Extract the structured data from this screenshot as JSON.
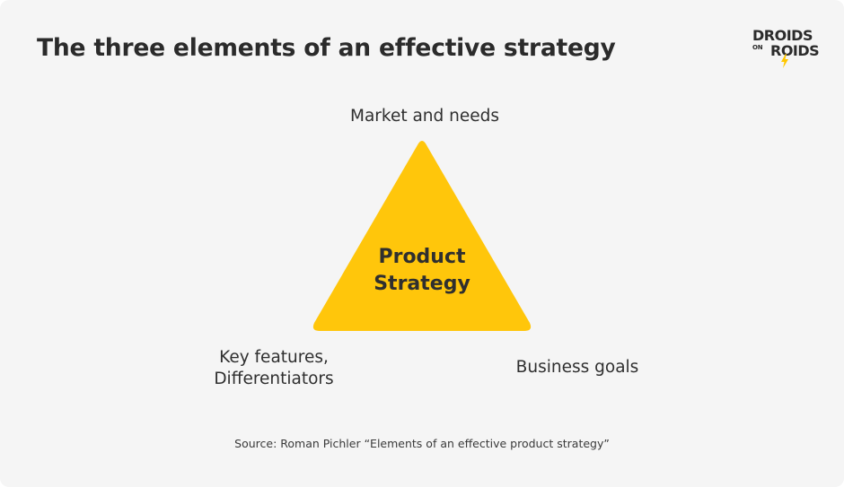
{
  "title": "The three elements of an effective strategy",
  "logo": {
    "line1": "DROIDS",
    "line2a": "ON",
    "line2b": "ROIDS",
    "bolt_color": "#ffc700"
  },
  "diagram": {
    "shape": "triangle",
    "fill_color": "#ffc60b",
    "center_label_line1": "Product",
    "center_label_line2": "Strategy",
    "vertices": {
      "top": "Market and needs",
      "bottom_left_line1": "Key features,",
      "bottom_left_line2": "Differentiators",
      "bottom_right": "Business goals"
    }
  },
  "source": "Source: Roman Pichler “Elements of an effective product strategy”"
}
